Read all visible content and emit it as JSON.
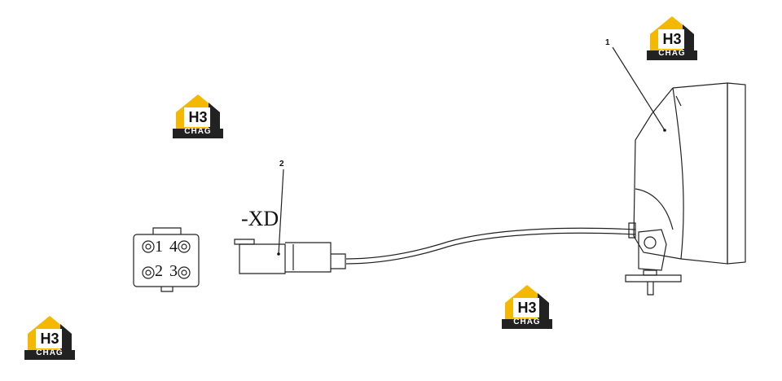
{
  "diagram": {
    "callouts": [
      {
        "id": "1",
        "label": "1"
      },
      {
        "id": "2",
        "label": "2"
      }
    ],
    "connector_designator": "-XD",
    "connector_pins": [
      "1",
      "4",
      "2",
      "3"
    ]
  },
  "watermark": {
    "brand_mark": "H3",
    "brand_text": "CHAG",
    "colors": {
      "yellow": "#F5B800",
      "dark": "#222222"
    }
  }
}
